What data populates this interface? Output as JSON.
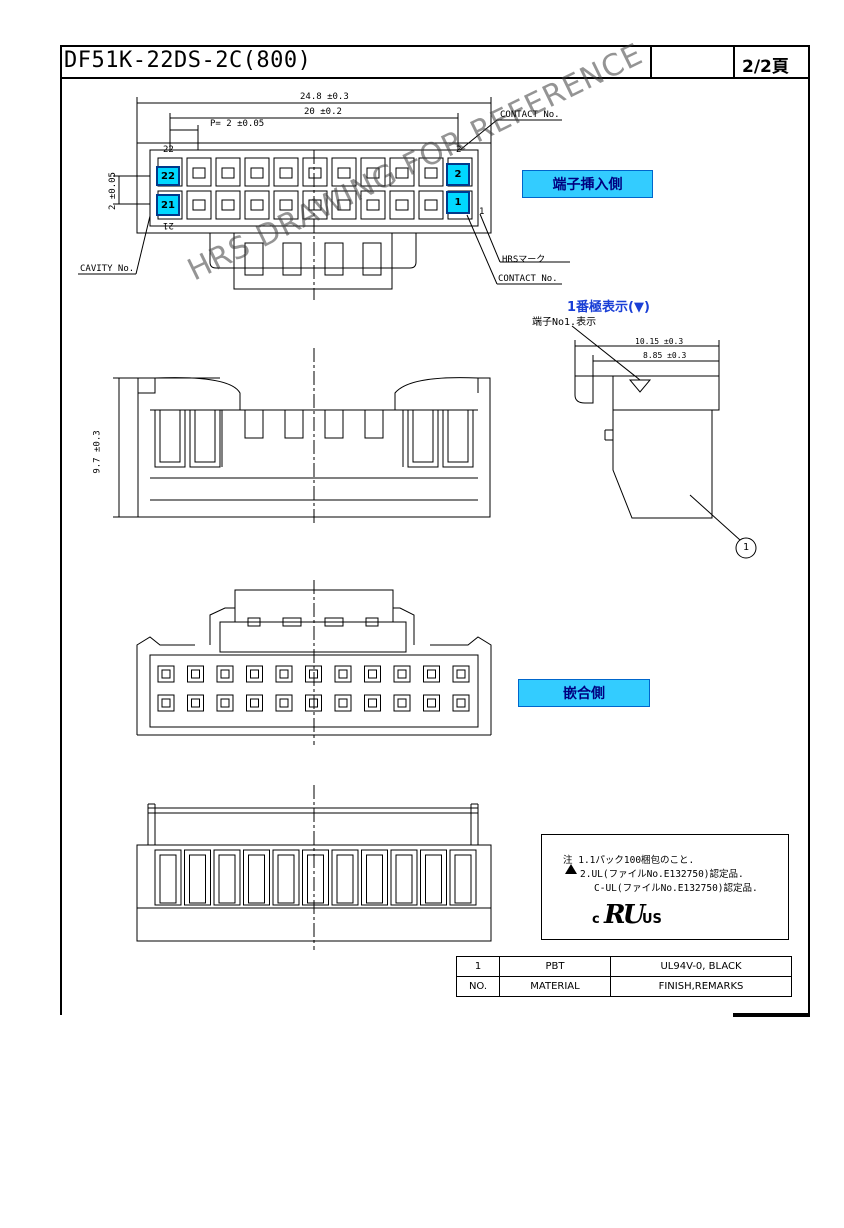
{
  "title": {
    "part_number": "DF51K-22DS-2C(800)",
    "page": "2/2頁"
  },
  "top_view": {
    "dim_overall": "24.8 ±0.3",
    "dim_inner": "20 ±0.2",
    "dim_pitch": "P= 2 ±0.05",
    "dim_row": "2 ±0.05",
    "contact_no_top": "CONTACT No.",
    "contact_no_bottom": "CONTACT No.",
    "cavity_no": "CAVITY No.",
    "hrs_mark": "HRSマーク",
    "cav_22": "22",
    "cav_21": "21",
    "cav_2": "2",
    "cav_1": "1",
    "mark_22": "22",
    "mark_21": "21",
    "mark_2": "2",
    "mark_1": "1",
    "label_insertion_side": "端子挿入側"
  },
  "side_view": {
    "heading": "1番極表示(▼)",
    "sub_label": "端子No1.表示",
    "dim_outer": "10.15 ±0.3",
    "dim_inner": "8.85 ±0.3",
    "callout": "1"
  },
  "front_view": {
    "dim_height": "9.7 ±0.3"
  },
  "mating_view": {
    "label_mating_side": "嵌合側"
  },
  "notes": {
    "line1": "注 1.1パック100梱包のこと.",
    "line2": "2.UL(ファイルNo.E132750)認定品.",
    "line3": "C-UL(ファイルNo.E132750)認定品.",
    "cert_c": "c",
    "cert_ru": "RU",
    "cert_us": "US"
  },
  "material_table": {
    "rows": [
      {
        "no": "1",
        "material": "PBT",
        "finish": "UL94V-0, BLACK"
      },
      {
        "no": "NO.",
        "material": "MATERIAL",
        "finish": "FINISH,REMARKS"
      }
    ]
  },
  "watermark": "HRS DRAWING FOR REFERENCE"
}
